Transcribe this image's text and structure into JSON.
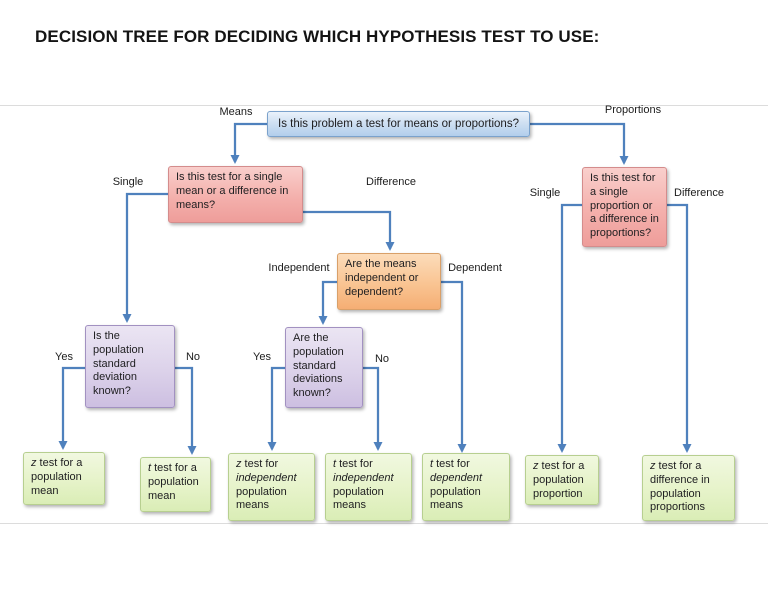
{
  "title": "DECISION TREE FOR DECIDING WHICH HYPOTHESIS TEST TO USE:",
  "nodes": {
    "root": {
      "text": "Is this problem a test for means or proportions?"
    },
    "mean_q": {
      "text": "Is this test for a single mean or a difference in means?"
    },
    "prop_q": {
      "text": "Is this test for a single proportion or a difference in proportions?"
    },
    "dep_q": {
      "text": "Are the means independent or dependent?"
    },
    "sd1_q": {
      "text": "Is the population standard deviation known?"
    },
    "sd2_q": {
      "text": "Are the population standard deviations known?"
    }
  },
  "edge_labels": {
    "means": "Means",
    "proportions": "Proportions",
    "single_mean": "Single",
    "difference_mean": "Difference",
    "independent": "Independent",
    "dependent": "Dependent",
    "yes1": "Yes",
    "no1": "No",
    "yes2": "Yes",
    "no2": "No",
    "single_prop": "Single",
    "difference_prop": "Difference"
  },
  "results": [
    {
      "parts": [
        {
          "t": "z",
          "i": true
        },
        {
          "t": " test for a population mean",
          "i": false
        }
      ]
    },
    {
      "parts": [
        {
          "t": "t",
          "i": true
        },
        {
          "t": " test for a population mean",
          "i": false
        }
      ]
    },
    {
      "parts": [
        {
          "t": "z",
          "i": true
        },
        {
          "t": " test for ",
          "i": false
        },
        {
          "t": "independent",
          "i": true
        },
        {
          "t": " population means",
          "i": false
        }
      ]
    },
    {
      "parts": [
        {
          "t": "t",
          "i": true
        },
        {
          "t": " test for ",
          "i": false
        },
        {
          "t": "independent",
          "i": true
        },
        {
          "t": " population means",
          "i": false
        }
      ]
    },
    {
      "parts": [
        {
          "t": "t",
          "i": true
        },
        {
          "t": " test for ",
          "i": false
        },
        {
          "t": "dependent",
          "i": true
        },
        {
          "t": " population means",
          "i": false
        }
      ]
    },
    {
      "parts": [
        {
          "t": "z",
          "i": true
        },
        {
          "t": " test for a population proportion",
          "i": false
        }
      ]
    },
    {
      "parts": [
        {
          "t": "z",
          "i": true
        },
        {
          "t": " test for a difference in population proportions",
          "i": false
        }
      ]
    }
  ],
  "colors": {
    "connector": "#4f81bd",
    "root_blue": "#b2ceec",
    "question_pink": "#f0a3a0",
    "question_orange": "#f6b27e",
    "question_purple": "#cdbfe1",
    "result_green": "#daedb6"
  }
}
